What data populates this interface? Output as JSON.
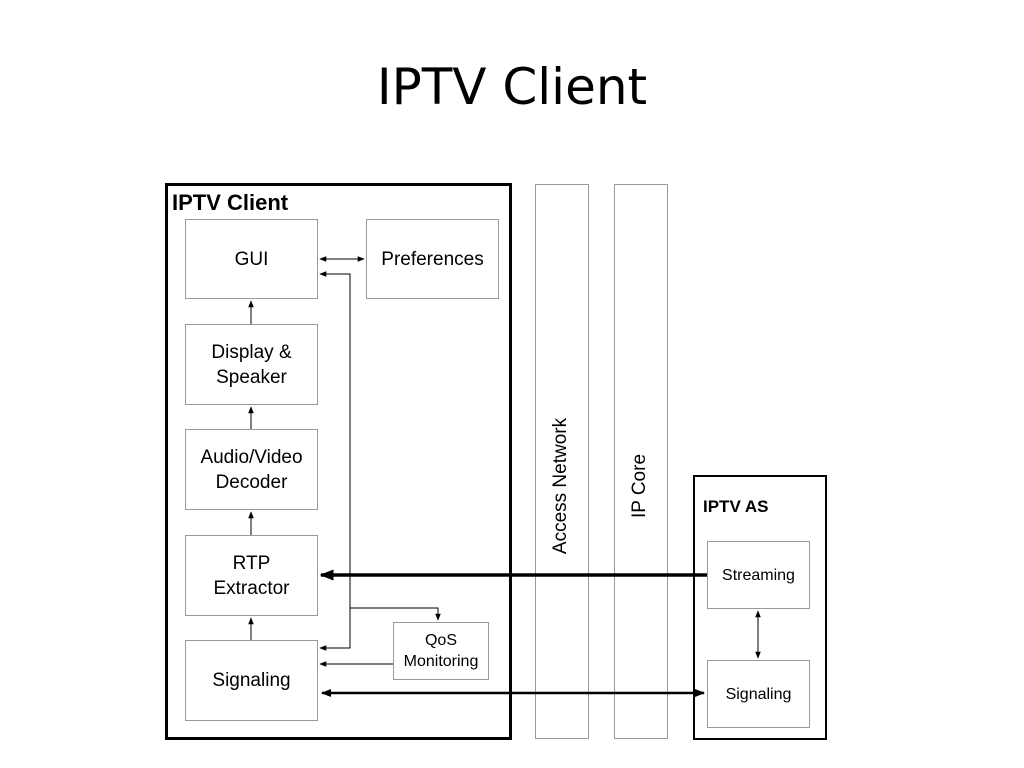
{
  "slide": {
    "title": "IPTV Client"
  },
  "client": {
    "label": "IPTV Client",
    "gui": "GUI",
    "preferences": "Preferences",
    "display": "Display &\nSpeaker",
    "decoder": "Audio/Video\nDecoder",
    "rtp": "RTP\nExtractor",
    "signaling": "Signaling",
    "qos": "QoS\nMonitoring"
  },
  "network": {
    "access": "Access Network",
    "core": "IP Core"
  },
  "server": {
    "label": "IPTV AS",
    "streaming": "Streaming",
    "signaling": "Signaling"
  }
}
